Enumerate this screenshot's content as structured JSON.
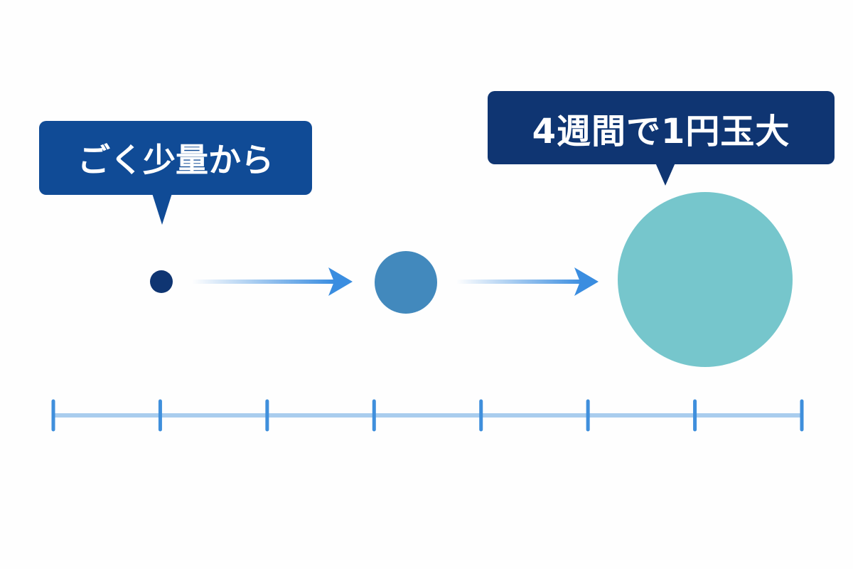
{
  "callouts": {
    "start_label": "ごく少量から",
    "end_label": "4週間で1円玉大"
  },
  "stages": [
    {
      "id": "small",
      "relative_size": 0.13,
      "color": "#0f3572"
    },
    {
      "id": "medium",
      "relative_size": 0.36,
      "color": "#4289bd"
    },
    {
      "id": "large",
      "relative_size": 1.0,
      "color": "#76c6cc"
    }
  ],
  "arrow_color": "#3a8de0",
  "timeline": {
    "ticks": 8,
    "color": "#3f8fdc",
    "line_color": "#a9cdee"
  }
}
